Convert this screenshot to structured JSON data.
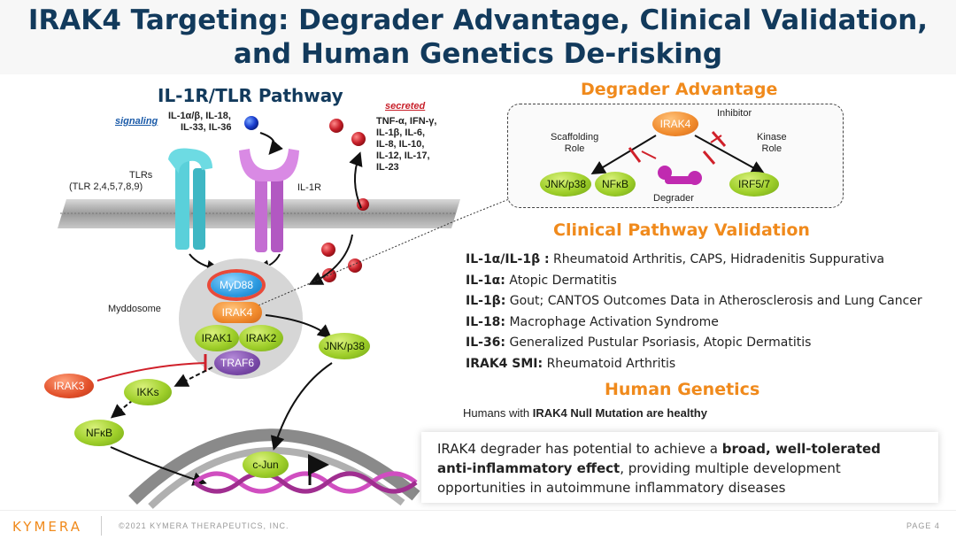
{
  "title": {
    "line1": "IRAK4 Targeting: Degrader Advantage, Clinical Validation,",
    "line2": "and Human Genetics De-risking"
  },
  "pathway": {
    "heading": "IL-1R/TLR Pathway",
    "signaling_label": "signaling",
    "signaling_cytokines_line1": "IL-1α/β, IL-18,",
    "signaling_cytokines_line2": "IL-33, IL-36",
    "secreted_label": "secreted",
    "secreted_cytokines": [
      "TNF-α, IFN-γ,",
      "IL-1β, IL-6,",
      "IL-8, IL-10,",
      "IL-12, IL-17,",
      "IL-23"
    ],
    "tlrs_label": "TLRs",
    "tlrs_sub": "(TLR 2,4,5,7,8,9)",
    "il1r_label": "IL-1R",
    "myddosome_label": "Myddosome",
    "myd88": "MyD88",
    "irak4": "IRAK4",
    "irak1": "IRAK1",
    "irak2": "IRAK2",
    "traf6": "TRAF6",
    "irak3": "IRAK3",
    "ikks": "IKKs",
    "nfkb": "NFκB",
    "jnk": "JNK/p38",
    "cjun": "c-Jun"
  },
  "degrader": {
    "heading": "Degrader Advantage",
    "irak4": "IRAK4",
    "inhibitor": "Inhibitor",
    "scaffolding_line1": "Scaffolding",
    "scaffolding_line2": "Role",
    "kinase_line1": "Kinase",
    "kinase_line2": "Role",
    "jnk": "JNK/p38",
    "nfkb": "NFκB",
    "degrader": "Degrader",
    "irf": "IRF5/7"
  },
  "clinical": {
    "heading": "Clinical Pathway Validation",
    "rows": [
      {
        "key": "IL-1α/IL-1β :",
        "value": " Rheumatoid Arthritis, CAPS, Hidradenitis Suppurativa"
      },
      {
        "key": "IL-1α:",
        "value": " Atopic Dermatitis"
      },
      {
        "key": "IL-1β:",
        "value": " Gout; CANTOS Outcomes Data in Atherosclerosis and Lung Cancer"
      },
      {
        "key": "IL-18:",
        "value": " Macrophage Activation Syndrome"
      },
      {
        "key": "IL-36:",
        "value": " Generalized Pustular Psoriasis, Atopic Dermatitis"
      },
      {
        "key": "IRAK4 SMI:",
        "value": " Rheumatoid Arthritis"
      }
    ]
  },
  "genetics": {
    "heading": "Human Genetics",
    "prefix": "Humans with ",
    "bold": "IRAK4 Null Mutation are healthy"
  },
  "conclusion": {
    "part1": "IRAK4 degrader has potential to achieve a ",
    "bold1": "broad, well-tolerated",
    "bold2": "anti-inflammatory effect",
    "part2": ", providing multiple development",
    "line3": "opportunities in autoimmune inflammatory diseases"
  },
  "footer": {
    "logo": "KYMERA",
    "copyright": "©2021 KYMERA THERAPEUTICS, INC.",
    "page": "PAGE 4"
  },
  "colors": {
    "title": "#123a5c",
    "accent_orange": "#f08a1c",
    "logo_orange": "#f08a1c"
  }
}
